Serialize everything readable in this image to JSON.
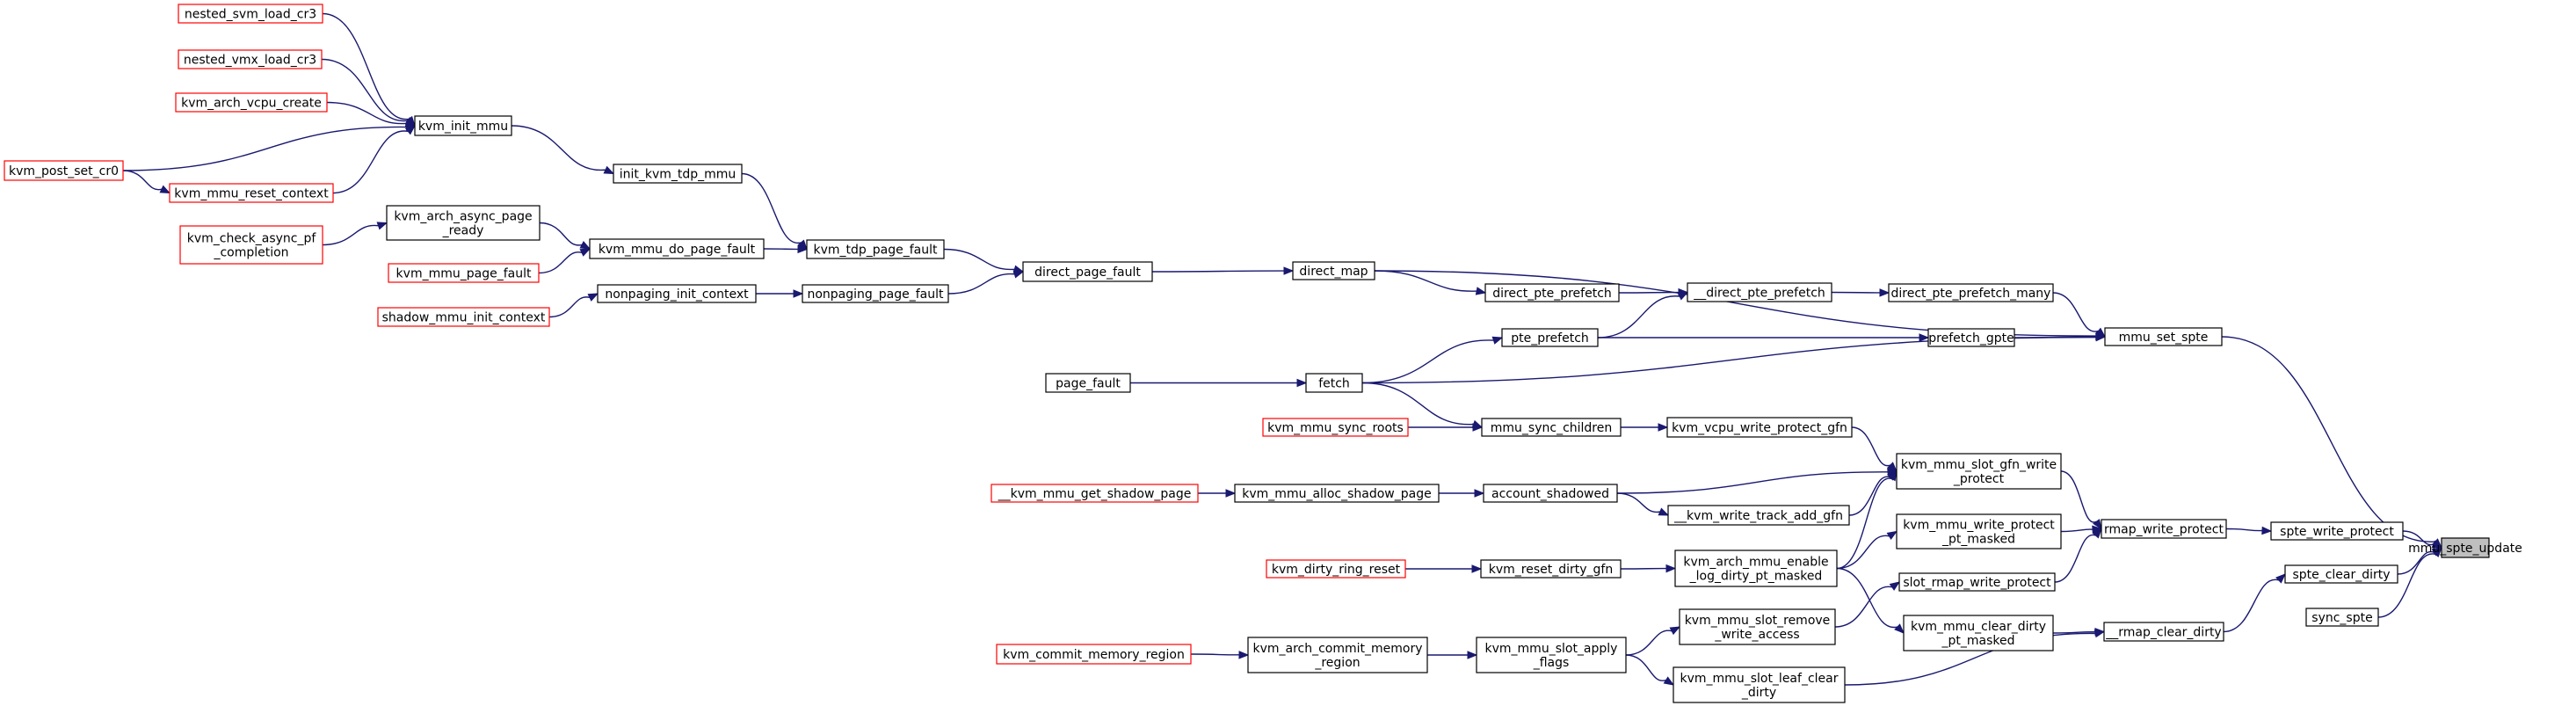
{
  "diagram": {
    "focus_node": "mmu_spte_update",
    "nodes": [
      {
        "id": "mmu_spte_update",
        "lines": [
          "mmu_spte_update"
        ],
        "style": "focus"
      },
      {
        "id": "spte_write_protect",
        "lines": [
          "spte_write_protect"
        ],
        "style": "black"
      },
      {
        "id": "spte_clear_dirty",
        "lines": [
          "spte_clear_dirty"
        ],
        "style": "black"
      },
      {
        "id": "sync_spte",
        "lines": [
          "sync_spte"
        ],
        "style": "black"
      },
      {
        "id": "mmu_set_spte",
        "lines": [
          "mmu_set_spte"
        ],
        "style": "black"
      },
      {
        "id": "rmap_write_protect",
        "lines": [
          "rmap_write_protect"
        ],
        "style": "black"
      },
      {
        "id": "__rmap_clear_dirty",
        "lines": [
          "__rmap_clear_dirty"
        ],
        "style": "black"
      },
      {
        "id": "direct_pte_prefetch_many",
        "lines": [
          "direct_pte_prefetch_many"
        ],
        "style": "black"
      },
      {
        "id": "prefetch_gpte",
        "lines": [
          "prefetch_gpte"
        ],
        "style": "black"
      },
      {
        "id": "kvm_mmu_slot_gfn_write_protect",
        "lines": [
          "kvm_mmu_slot_gfn_write",
          "_protect"
        ],
        "style": "black"
      },
      {
        "id": "kvm_mmu_write_protect_pt_masked",
        "lines": [
          "kvm_mmu_write_protect",
          "_pt_masked"
        ],
        "style": "black"
      },
      {
        "id": "slot_rmap_write_protect",
        "lines": [
          "slot_rmap_write_protect"
        ],
        "style": "black"
      },
      {
        "id": "kvm_mmu_clear_dirty_pt_masked",
        "lines": [
          "kvm_mmu_clear_dirty",
          "_pt_masked"
        ],
        "style": "black"
      },
      {
        "id": "__direct_pte_prefetch",
        "lines": [
          "__direct_pte_prefetch"
        ],
        "style": "black"
      },
      {
        "id": "kvm_vcpu_write_protect_gfn",
        "lines": [
          "kvm_vcpu_write_protect_gfn"
        ],
        "style": "black"
      },
      {
        "id": "__kvm_write_track_add_gfn",
        "lines": [
          "__kvm_write_track_add_gfn"
        ],
        "style": "black"
      },
      {
        "id": "kvm_arch_mmu_enable_log_dirty_pt_masked",
        "lines": [
          "kvm_arch_mmu_enable",
          "_log_dirty_pt_masked"
        ],
        "style": "black"
      },
      {
        "id": "kvm_mmu_slot_remove_write_access",
        "lines": [
          "kvm_mmu_slot_remove",
          "_write_access"
        ],
        "style": "black"
      },
      {
        "id": "kvm_mmu_slot_leaf_clear_dirty",
        "lines": [
          "kvm_mmu_slot_leaf_clear",
          "_dirty"
        ],
        "style": "black"
      },
      {
        "id": "direct_pte_prefetch",
        "lines": [
          "direct_pte_prefetch"
        ],
        "style": "black"
      },
      {
        "id": "pte_prefetch",
        "lines": [
          "pte_prefetch"
        ],
        "style": "black"
      },
      {
        "id": "mmu_sync_children",
        "lines": [
          "mmu_sync_children"
        ],
        "style": "black"
      },
      {
        "id": "account_shadowed",
        "lines": [
          "account_shadowed"
        ],
        "style": "black"
      },
      {
        "id": "kvm_reset_dirty_gfn",
        "lines": [
          "kvm_reset_dirty_gfn"
        ],
        "style": "black"
      },
      {
        "id": "kvm_mmu_slot_apply_flags",
        "lines": [
          "kvm_mmu_slot_apply",
          "_flags"
        ],
        "style": "black"
      },
      {
        "id": "direct_map",
        "lines": [
          "direct_map"
        ],
        "style": "black"
      },
      {
        "id": "fetch",
        "lines": [
          "fetch"
        ],
        "style": "black"
      },
      {
        "id": "kvm_mmu_sync_roots",
        "lines": [
          "kvm_mmu_sync_roots"
        ],
        "style": "red"
      },
      {
        "id": "kvm_mmu_alloc_shadow_page",
        "lines": [
          "kvm_mmu_alloc_shadow_page"
        ],
        "style": "black"
      },
      {
        "id": "kvm_dirty_ring_reset",
        "lines": [
          "kvm_dirty_ring_reset"
        ],
        "style": "red"
      },
      {
        "id": "kvm_arch_commit_memory_region",
        "lines": [
          "kvm_arch_commit_memory",
          "_region"
        ],
        "style": "black"
      },
      {
        "id": "direct_page_fault",
        "lines": [
          "direct_page_fault"
        ],
        "style": "black"
      },
      {
        "id": "page_fault",
        "lines": [
          "page_fault"
        ],
        "style": "black"
      },
      {
        "id": "__kvm_mmu_get_shadow_page",
        "lines": [
          "__kvm_mmu_get_shadow_page"
        ],
        "style": "red"
      },
      {
        "id": "kvm_commit_memory_region",
        "lines": [
          "kvm_commit_memory_region"
        ],
        "style": "red"
      },
      {
        "id": "kvm_tdp_page_fault",
        "lines": [
          "kvm_tdp_page_fault"
        ],
        "style": "black"
      },
      {
        "id": "nonpaging_page_fault",
        "lines": [
          "nonpaging_page_fault"
        ],
        "style": "black"
      },
      {
        "id": "init_kvm_tdp_mmu",
        "lines": [
          "init_kvm_tdp_mmu"
        ],
        "style": "black"
      },
      {
        "id": "kvm_mmu_do_page_fault",
        "lines": [
          "kvm_mmu_do_page_fault"
        ],
        "style": "black"
      },
      {
        "id": "nonpaging_init_context",
        "lines": [
          "nonpaging_init_context"
        ],
        "style": "black"
      },
      {
        "id": "kvm_init_mmu",
        "lines": [
          "kvm_init_mmu"
        ],
        "style": "black"
      },
      {
        "id": "kvm_arch_async_page_ready",
        "lines": [
          "kvm_arch_async_page",
          "_ready"
        ],
        "style": "black"
      },
      {
        "id": "kvm_mmu_page_fault",
        "lines": [
          "kvm_mmu_page_fault"
        ],
        "style": "red"
      },
      {
        "id": "shadow_mmu_init_context",
        "lines": [
          "shadow_mmu_init_context"
        ],
        "style": "red"
      },
      {
        "id": "nested_svm_load_cr3",
        "lines": [
          "nested_svm_load_cr3"
        ],
        "style": "red"
      },
      {
        "id": "nested_vmx_load_cr3",
        "lines": [
          "nested_vmx_load_cr3"
        ],
        "style": "red"
      },
      {
        "id": "kvm_arch_vcpu_create",
        "lines": [
          "kvm_arch_vcpu_create"
        ],
        "style": "red"
      },
      {
        "id": "kvm_mmu_reset_context",
        "lines": [
          "kvm_mmu_reset_context"
        ],
        "style": "red"
      },
      {
        "id": "kvm_check_async_pf_completion",
        "lines": [
          "kvm_check_async_pf",
          "_completion"
        ],
        "style": "red"
      },
      {
        "id": "kvm_mmu_page_fault_dummy",
        "lines": [],
        "style": "none"
      },
      {
        "id": "kvm_post_set_cr0",
        "lines": [
          "kvm_post_set_cr0"
        ],
        "style": "red"
      }
    ],
    "edges": [
      {
        "from": "mmu_set_spte",
        "to": "mmu_spte_update"
      },
      {
        "from": "spte_write_protect",
        "to": "mmu_spte_update"
      },
      {
        "from": "spte_clear_dirty",
        "to": "mmu_spte_update"
      },
      {
        "from": "sync_spte",
        "to": "mmu_spte_update"
      },
      {
        "from": "direct_map",
        "to": "mmu_set_spte"
      },
      {
        "from": "direct_pte_prefetch_many",
        "to": "mmu_set_spte"
      },
      {
        "from": "prefetch_gpte",
        "to": "mmu_set_spte"
      },
      {
        "from": "fetch",
        "to": "mmu_set_spte"
      },
      {
        "from": "rmap_write_protect",
        "to": "spte_write_protect"
      },
      {
        "from": "__rmap_clear_dirty",
        "to": "spte_clear_dirty"
      },
      {
        "from": "kvm_mmu_slot_gfn_write_protect",
        "to": "rmap_write_protect"
      },
      {
        "from": "kvm_mmu_write_protect_pt_masked",
        "to": "rmap_write_protect"
      },
      {
        "from": "slot_rmap_write_protect",
        "to": "rmap_write_protect"
      },
      {
        "from": "kvm_mmu_clear_dirty_pt_masked",
        "to": "__rmap_clear_dirty"
      },
      {
        "from": "kvm_mmu_slot_leaf_clear_dirty",
        "to": "__rmap_clear_dirty"
      },
      {
        "from": "__direct_pte_prefetch",
        "to": "direct_pte_prefetch_many"
      },
      {
        "from": "pte_prefetch",
        "to": "prefetch_gpte"
      },
      {
        "from": "direct_pte_prefetch",
        "to": "__direct_pte_prefetch"
      },
      {
        "from": "pte_prefetch",
        "to": "__direct_pte_prefetch"
      },
      {
        "from": "kvm_vcpu_write_protect_gfn",
        "to": "kvm_mmu_slot_gfn_write_protect"
      },
      {
        "from": "account_shadowed",
        "to": "kvm_mmu_slot_gfn_write_protect"
      },
      {
        "from": "__kvm_write_track_add_gfn",
        "to": "kvm_mmu_slot_gfn_write_protect"
      },
      {
        "from": "kvm_arch_mmu_enable_log_dirty_pt_masked",
        "to": "kvm_mmu_slot_gfn_write_protect"
      },
      {
        "from": "kvm_arch_mmu_enable_log_dirty_pt_masked",
        "to": "kvm_mmu_write_protect_pt_masked"
      },
      {
        "from": "kvm_arch_mmu_enable_log_dirty_pt_masked",
        "to": "kvm_mmu_clear_dirty_pt_masked"
      },
      {
        "from": "kvm_mmu_slot_remove_write_access",
        "to": "slot_rmap_write_protect"
      },
      {
        "from": "mmu_sync_children",
        "to": "kvm_vcpu_write_protect_gfn"
      },
      {
        "from": "account_shadowed",
        "to": "__kvm_write_track_add_gfn"
      },
      {
        "from": "kvm_reset_dirty_gfn",
        "to": "kvm_arch_mmu_enable_log_dirty_pt_masked"
      },
      {
        "from": "kvm_mmu_slot_apply_flags",
        "to": "kvm_mmu_slot_remove_write_access"
      },
      {
        "from": "kvm_mmu_slot_apply_flags",
        "to": "kvm_mmu_slot_leaf_clear_dirty"
      },
      {
        "from": "direct_map",
        "to": "direct_pte_prefetch"
      },
      {
        "from": "fetch",
        "to": "pte_prefetch"
      },
      {
        "from": "fetch",
        "to": "mmu_sync_children"
      },
      {
        "from": "kvm_mmu_sync_roots",
        "to": "mmu_sync_children"
      },
      {
        "from": "kvm_mmu_alloc_shadow_page",
        "to": "account_shadowed"
      },
      {
        "from": "kvm_dirty_ring_reset",
        "to": "kvm_reset_dirty_gfn"
      },
      {
        "from": "kvm_arch_commit_memory_region",
        "to": "kvm_mmu_slot_apply_flags"
      },
      {
        "from": "direct_page_fault",
        "to": "direct_map"
      },
      {
        "from": "page_fault",
        "to": "fetch"
      },
      {
        "from": "__kvm_mmu_get_shadow_page",
        "to": "kvm_mmu_alloc_shadow_page"
      },
      {
        "from": "kvm_commit_memory_region",
        "to": "kvm_arch_commit_memory_region"
      },
      {
        "from": "kvm_tdp_page_fault",
        "to": "direct_page_fault"
      },
      {
        "from": "nonpaging_page_fault",
        "to": "direct_page_fault"
      },
      {
        "from": "init_kvm_tdp_mmu",
        "to": "kvm_tdp_page_fault"
      },
      {
        "from": "kvm_mmu_do_page_fault",
        "to": "kvm_tdp_page_fault"
      },
      {
        "from": "nonpaging_init_context",
        "to": "nonpaging_page_fault"
      },
      {
        "from": "kvm_init_mmu",
        "to": "init_kvm_tdp_mmu"
      },
      {
        "from": "kvm_arch_async_page_ready",
        "to": "kvm_mmu_do_page_fault"
      },
      {
        "from": "kvm_mmu_page_fault",
        "to": "kvm_mmu_do_page_fault"
      },
      {
        "from": "shadow_mmu_init_context",
        "to": "nonpaging_init_context"
      },
      {
        "from": "nested_svm_load_cr3",
        "to": "kvm_init_mmu"
      },
      {
        "from": "nested_vmx_load_cr3",
        "to": "kvm_init_mmu"
      },
      {
        "from": "kvm_arch_vcpu_create",
        "to": "kvm_init_mmu"
      },
      {
        "from": "kvm_mmu_reset_context",
        "to": "kvm_init_mmu"
      },
      {
        "from": "kvm_post_set_cr0",
        "to": "kvm_init_mmu"
      },
      {
        "from": "kvm_post_set_cr0",
        "to": "kvm_mmu_reset_context"
      },
      {
        "from": "kvm_check_async_pf_completion",
        "to": "kvm_arch_async_page_ready"
      }
    ]
  }
}
